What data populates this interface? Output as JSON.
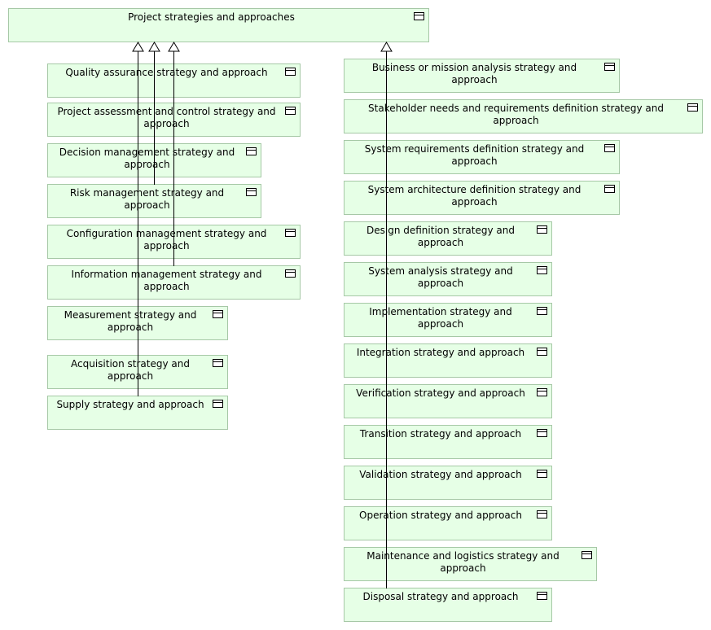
{
  "root": {
    "label": "Project strategies and approaches",
    "icon": "class-icon"
  },
  "management_group": [
    {
      "label": "Quality assurance strategy and approach"
    },
    {
      "label": "Project assessment and control strategy and approach"
    },
    {
      "label": "Decision management strategy and approach"
    },
    {
      "label": "Risk management strategy and approach"
    },
    {
      "label": "Configuration management strategy and approach"
    },
    {
      "label": "Information management strategy and approach"
    },
    {
      "label": "Measurement strategy and approach"
    },
    {
      "label": "Acquisition strategy and approach"
    },
    {
      "label": "Supply strategy and approach"
    }
  ],
  "technical_group": [
    {
      "label": "Business or mission analysis strategy and approach"
    },
    {
      "label": "Stakeholder needs and requirements definition strategy and approach"
    },
    {
      "label": "System requirements definition strategy and approach"
    },
    {
      "label": "System architecture definition strategy and approach"
    },
    {
      "label": "Design definition strategy and approach"
    },
    {
      "label": "System analysis strategy and approach"
    },
    {
      "label": "Implementation strategy and approach"
    },
    {
      "label": "Integration strategy and approach"
    },
    {
      "label": "Verification strategy and approach"
    },
    {
      "label": "Transition strategy and approach"
    },
    {
      "label": "Validation strategy and approach"
    },
    {
      "label": "Operation strategy and approach"
    },
    {
      "label": "Maintenance and logistics strategy and approach"
    },
    {
      "label": "Disposal strategy and approach"
    }
  ],
  "colors": {
    "node_fill": "#e6ffe6",
    "node_border": "#a6c8a6",
    "edge": "#000000"
  }
}
